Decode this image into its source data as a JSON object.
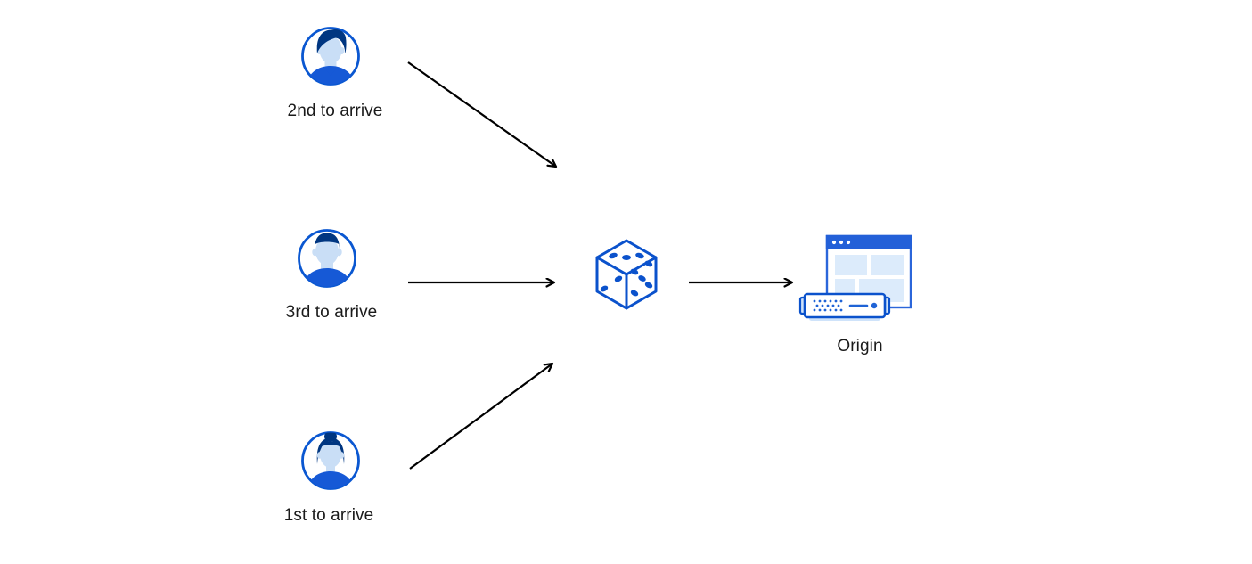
{
  "diagram": {
    "title_hidden": "",
    "nodes": {
      "client_second": {
        "label": "2nd to arrive",
        "icon": "person-avatar-male-swept-hair"
      },
      "client_third": {
        "label": "3rd to arrive",
        "icon": "person-avatar-male-short-hair"
      },
      "client_first": {
        "label": "1st to arrive",
        "icon": "person-avatar-female-bun"
      },
      "balancer": {
        "icon": "dice",
        "pips": {
          "top_face": 3,
          "left_face": 2,
          "right_face": 5
        }
      },
      "origin": {
        "label": "Origin",
        "icon": "browser-window-and-server"
      }
    },
    "edges": [
      {
        "from": "client_second",
        "to": "balancer",
        "style": "black-arrow"
      },
      {
        "from": "client_third",
        "to": "balancer",
        "style": "black-arrow"
      },
      {
        "from": "client_first",
        "to": "balancer",
        "style": "black-arrow"
      },
      {
        "from": "balancer",
        "to": "origin",
        "style": "black-arrow"
      }
    ],
    "colors": {
      "outline_blue": "#0b52cc",
      "ring_blue": "#0a57d1",
      "hair_navy": "#003681",
      "skin_light_blue": "#c9def6",
      "shirt_blue": "#1659d6",
      "titlebar_blue": "#2360d8",
      "window_border_blue": "#2b66da",
      "content_block_blue": "#dcebfb",
      "server_accent_blue": "#1f63d6",
      "server_base_blue": "#cfe3fa",
      "arrow_black": "#000000",
      "label_text": "#1a1a1a",
      "background": "#ffffff"
    }
  }
}
